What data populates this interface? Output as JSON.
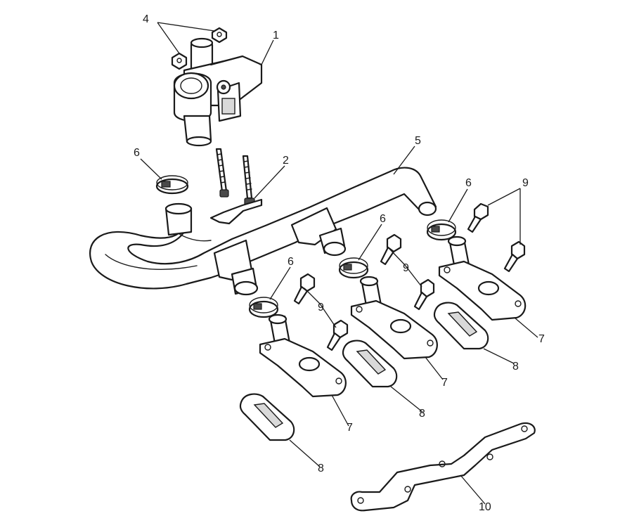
{
  "callouts": [
    {
      "id": "c1",
      "label": "1"
    },
    {
      "id": "c2",
      "label": "2"
    },
    {
      "id": "c4",
      "label": "4"
    },
    {
      "id": "c5",
      "label": "5"
    },
    {
      "id": "c6a",
      "label": "6"
    },
    {
      "id": "c6b",
      "label": "6"
    },
    {
      "id": "c6c",
      "label": "6"
    },
    {
      "id": "c6d",
      "label": "6"
    },
    {
      "id": "c7a",
      "label": "7"
    },
    {
      "id": "c7b",
      "label": "7"
    },
    {
      "id": "c7c",
      "label": "7"
    },
    {
      "id": "c8a",
      "label": "8"
    },
    {
      "id": "c8b",
      "label": "8"
    },
    {
      "id": "c8c",
      "label": "8"
    },
    {
      "id": "c9a",
      "label": "9"
    },
    {
      "id": "c9b",
      "label": "9"
    },
    {
      "id": "c9c",
      "label": "9"
    },
    {
      "id": "c10",
      "label": "10"
    }
  ],
  "colors": {
    "line": "#1a1a1a",
    "background": "#ffffff",
    "shade": "#d9d9d9"
  }
}
